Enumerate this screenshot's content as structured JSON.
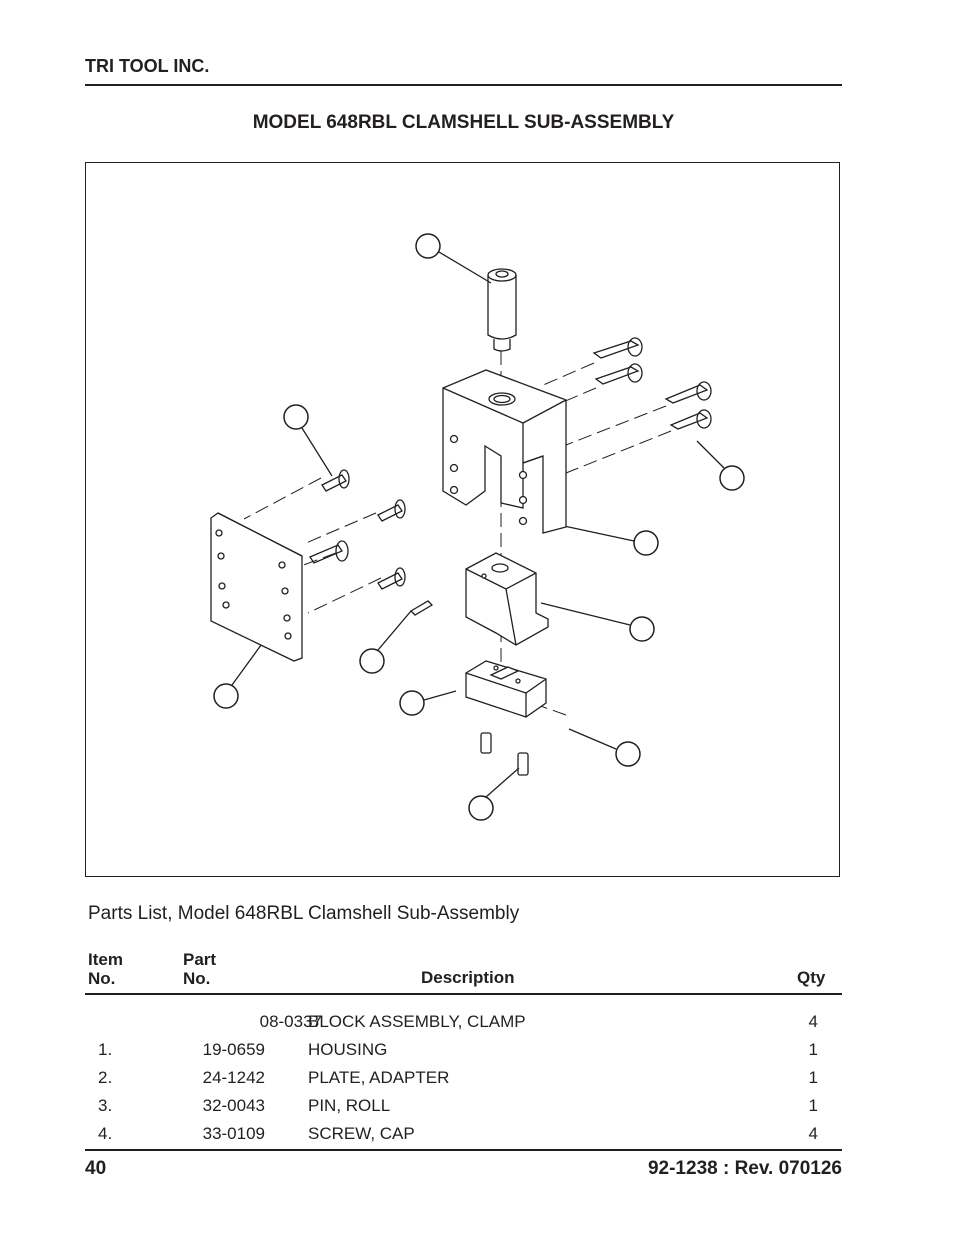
{
  "header": {
    "company": "TRI TOOL INC.",
    "title": "MODEL 648RBL CLAMSHELL SUB-ASSEMBLY"
  },
  "figure": {
    "kind": "exploded-view-drawing"
  },
  "parts_list": {
    "caption": "Parts List, Model 648RBL Clamshell Sub-Assembly",
    "headers": {
      "item_line1": "Item",
      "item_line2": "No.",
      "part_line1": "Part",
      "part_line2": "No.",
      "description": "Description",
      "qty": "Qty"
    },
    "rows": [
      {
        "item": "",
        "part": "08-0337",
        "description": "BLOCK ASSEMBLY, CLAMP",
        "qty": "4"
      },
      {
        "item": "1.",
        "part": "19-0659",
        "description": "HOUSING",
        "qty": "1"
      },
      {
        "item": "2.",
        "part": "24-1242",
        "description": "PLATE, ADAPTER",
        "qty": "1"
      },
      {
        "item": "3.",
        "part": "32-0043",
        "description": "PIN, ROLL",
        "qty": "1"
      },
      {
        "item": "4.",
        "part": "33-0109",
        "description": "SCREW, CAP",
        "qty": "4"
      }
    ]
  },
  "footer": {
    "page_number": "40",
    "document_number": "92-1238 : Rev. 070126"
  }
}
